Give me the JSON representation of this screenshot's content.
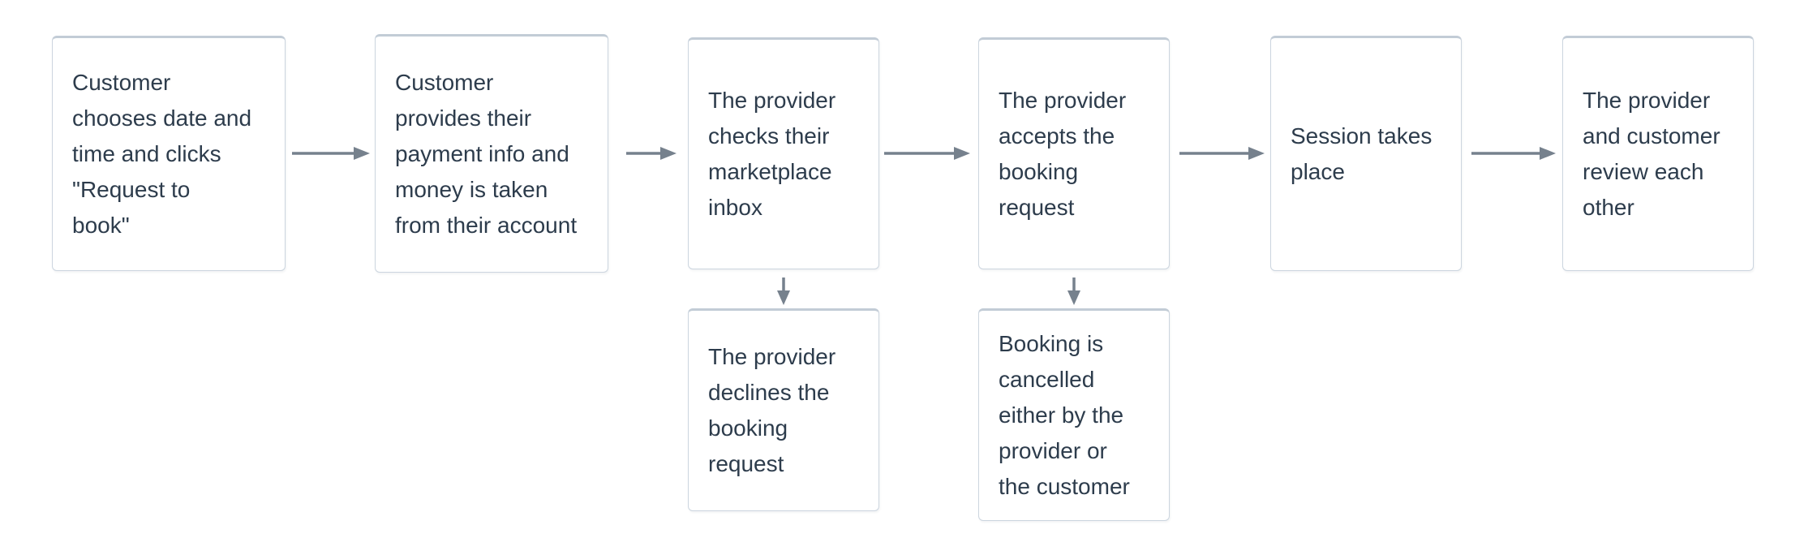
{
  "colors": {
    "bg": "#ffffff",
    "box_border": "#ccd5df",
    "box_border_top": "#c2ccd6",
    "text": "#2d3c4c",
    "arrow": "#76818d"
  },
  "icons": {
    "arrow_right": "→",
    "arrow_down": "↓"
  },
  "flow": {
    "steps": [
      {
        "text": "Customer chooses date and time and clicks \"Request to book\"",
        "lines": [
          "Customer",
          "chooses date and",
          "time and clicks",
          "\"Request to",
          "book\""
        ]
      },
      {
        "text": "Customer provides their payment info and money is taken from their account",
        "lines": [
          "Customer",
          "provides their",
          "payment info and",
          "money is taken",
          "from their account"
        ]
      },
      {
        "text": "The provider checks their marketplace inbox",
        "lines": [
          "The provider",
          "checks their",
          "marketplace",
          "inbox"
        ]
      },
      {
        "text": "The provider accepts the booking request",
        "lines": [
          "The provider",
          "accepts the",
          "booking",
          "request"
        ]
      },
      {
        "text": "Session takes place",
        "lines": [
          "Session takes",
          "place"
        ]
      },
      {
        "text": "The provider and customer review each other",
        "lines": [
          "The provider",
          "and customer",
          "review each",
          "other"
        ]
      }
    ],
    "branches": [
      {
        "text": "The provider declines the booking request",
        "lines": [
          "The provider",
          "declines the",
          "booking",
          "request"
        ]
      },
      {
        "text": "Booking is cancelled either by the provider or the customer",
        "lines": [
          "Booking is",
          "cancelled",
          "either by the",
          "provider or",
          "the customer"
        ]
      }
    ]
  }
}
